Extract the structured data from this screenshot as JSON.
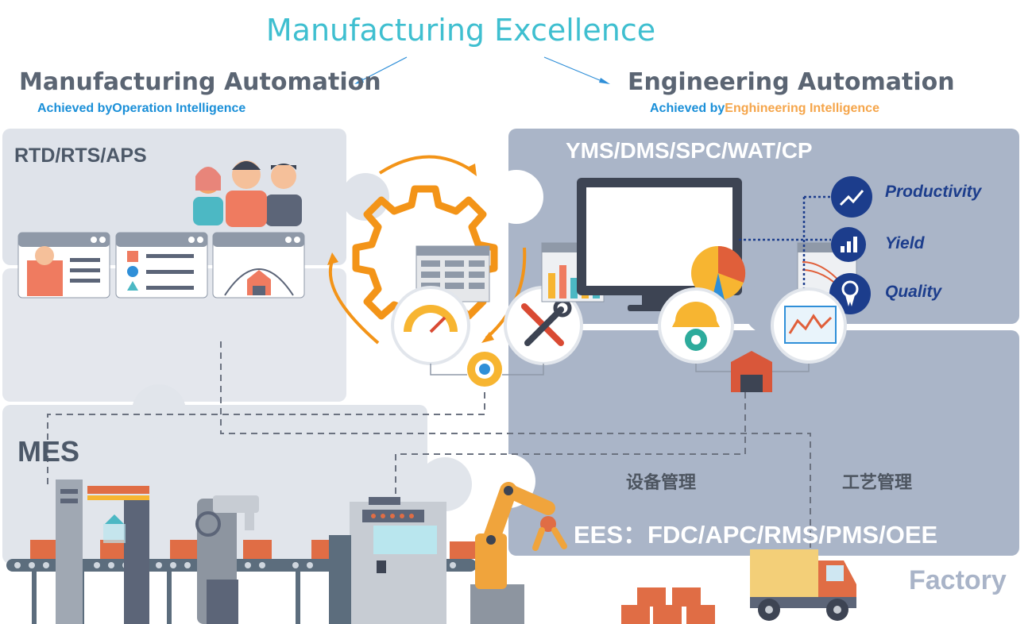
{
  "title": "Manufacturing Excellence",
  "left_header": {
    "title": "Manufacturing Automation",
    "subtitle_prefix": "Achieved by",
    "subtitle_highlight": "Operation Intelligence"
  },
  "right_header": {
    "title": "Engineering Automation",
    "subtitle_prefix": "Achieved by",
    "subtitle_highlight": "Enghineering Intelligence"
  },
  "blocks": {
    "rtd": "RTD/RTS/APS",
    "mes": "MES",
    "yms": "YMS/DMS/SPC/WAT/CP",
    "equipment_mgmt": "设备管理",
    "process_mgmt": "工艺管理",
    "ees": "EES：FDC/APC/RMS/PMS/OEE",
    "factory": "Factory"
  },
  "metrics": [
    "Productivity",
    "Yield",
    "Quality"
  ],
  "colors": {
    "title": "#3fbfd0",
    "header": "#5b6573",
    "subtitle": "#1a8fd8",
    "subtitle_highlight": "#f5a54a",
    "puzzle_light": "#dfe3ea",
    "puzzle_dark": "#a9b4c8",
    "metric_circle": "#1c3d8c",
    "gear": "#f39418"
  },
  "icons": [
    "people-icon",
    "window-card-icon",
    "gear-icon",
    "table-icon",
    "gauge-icon",
    "tools-icon",
    "monitor-icon",
    "pie-chart-icon",
    "bar-chart-icon",
    "trend-up-icon",
    "ribbon-icon",
    "hardhat-gear-icon",
    "line-chart-icon",
    "warehouse-icon",
    "conveyor-icon",
    "robot-arm-icon",
    "truck-icon",
    "boxes-icon"
  ]
}
